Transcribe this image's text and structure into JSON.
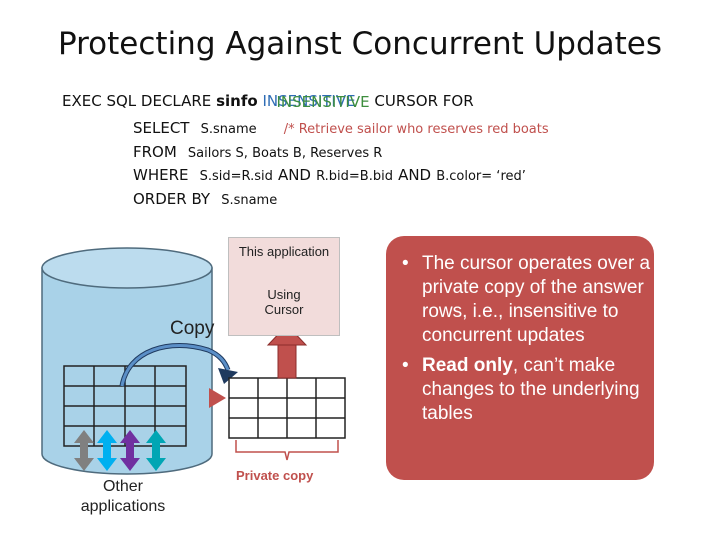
{
  "title": "Protecting Against Concurrent Updates",
  "code": {
    "line1_prefix": "EXEC SQL DECLARE",
    "line1_name": "sinfo",
    "line1_overlap_a": "INSENSITIVE",
    "line1_overlap_b": "INSENSITIVE",
    "line1_suffix": "CURSOR FOR",
    "select_kw": "SELECT",
    "select_val": "S.sname",
    "comment": "/* Retrieve sailor who reserves red boats",
    "from_kw": "FROM",
    "from_val": "Sailors S, Boats B, Reserves R",
    "where_kw": "WHERE",
    "where_val1": "S.sid=R.sid",
    "and1": "AND",
    "where_val2": "R.bid=B.bid",
    "and2": "AND",
    "where_val3": "B.color= ‘red’",
    "orderby_kw": "ORDER BY",
    "orderby_val": "S.sname"
  },
  "diagram": {
    "app_label": "This application",
    "cursor_label_1": "Using",
    "cursor_label_2": "Cursor",
    "copy_label": "Copy",
    "private_copy_label": "Private copy",
    "other_apps_1": "Other",
    "other_apps_2": "applications"
  },
  "callout": {
    "bullet": "•",
    "b1": "The cursor operates over a private copy of the answer rows, i.e., insensitive to concurrent updates",
    "b2_bold": "Read only",
    "b2_rest": ", can’t make changes to the underlying tables"
  },
  "colors": {
    "cylinder_fill": "#a9d2e8",
    "callout_fill": "#c0504d",
    "arrow_red": "#c0504d",
    "arrow_gray": "#808080",
    "arrow_cyan": "#00b0f0",
    "arrow_purple": "#7030a0",
    "arrow_teal": "#00a6b4"
  }
}
